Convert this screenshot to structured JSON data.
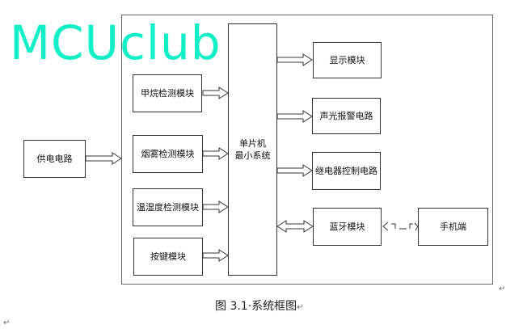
{
  "watermark": "MCUclub",
  "mcu": {
    "line1": "单片机",
    "line2": "最小系统"
  },
  "power": "供电电路",
  "inputs": [
    "甲烷检测模块",
    "烟雾检测模块",
    "温湿度检测模块",
    "按键模块"
  ],
  "outputs": [
    "显示模块",
    "声光报警电路",
    "继电器控制电路",
    "蓝牙模块"
  ],
  "phone": "手机端",
  "caption": "图 3.1·系统框图",
  "return_mark": "↵"
}
